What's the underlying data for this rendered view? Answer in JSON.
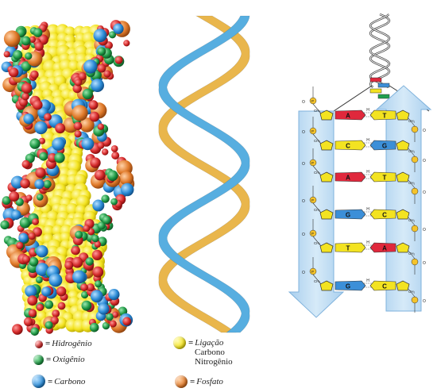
{
  "legend": {
    "hydrogen": {
      "label": "Hidrogênio",
      "color": "#d42a2a"
    },
    "oxygen": {
      "label": "Oxigênio",
      "color": "#1f9a45"
    },
    "carbon": {
      "label": "Carbono",
      "color": "#2b8bd6"
    },
    "bond": {
      "line1": "Ligação",
      "line2": "Carbono",
      "line3": "Nitrogênio",
      "color": "#f5ee28"
    },
    "phosphate": {
      "label": "Fosfato",
      "color": "#e07a2a"
    },
    "equals": "="
  },
  "base_pairs": [
    {
      "left": "A",
      "right": "T"
    },
    {
      "left": "C",
      "right": "G"
    },
    {
      "left": "A",
      "right": "T"
    },
    {
      "left": "G",
      "right": "C"
    },
    {
      "left": "T",
      "right": "A"
    },
    {
      "left": "G",
      "right": "C"
    }
  ],
  "base_colors": {
    "A": "#e0283c",
    "T": "#f3e321",
    "C": "#f3e321",
    "G": "#3c8fd8"
  },
  "atom_labels": {
    "oxygen": "O",
    "hydrogen": "H",
    "phosphorus": "P",
    "ch2": "CH₂"
  },
  "ribbon_colors": {
    "blue": "#57aee0",
    "gold": "#e9b64c"
  },
  "arrow_color": "#bcdaf2"
}
